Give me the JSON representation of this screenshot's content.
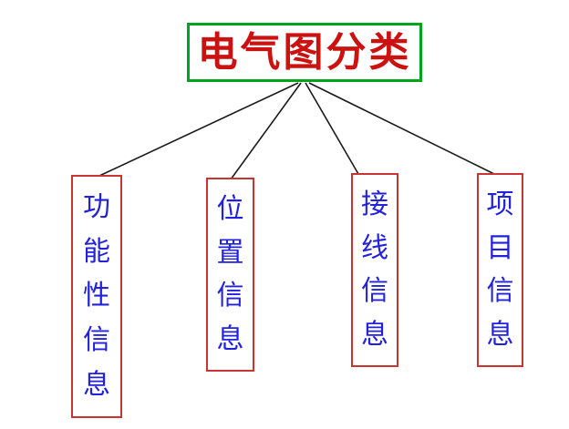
{
  "diagram": {
    "title": "电气图分类",
    "branches": [
      {
        "label": "功能性信息",
        "chars": [
          "功",
          "能",
          "性",
          "信",
          "息"
        ]
      },
      {
        "label": "位置信息",
        "chars": [
          "位",
          "置",
          "信",
          "息"
        ]
      },
      {
        "label": "接线信息",
        "chars": [
          "接",
          "线",
          "信",
          "息"
        ]
      },
      {
        "label": "项目信息",
        "chars": [
          "项",
          "目",
          "信",
          "息"
        ]
      }
    ]
  },
  "colors": {
    "title_text": "#cc1111",
    "title_border": "#00a41c",
    "node_text": "#2222dd",
    "node_border": "#cc3333",
    "connector_line": "#1a1a1a",
    "background": "#ffffff"
  }
}
